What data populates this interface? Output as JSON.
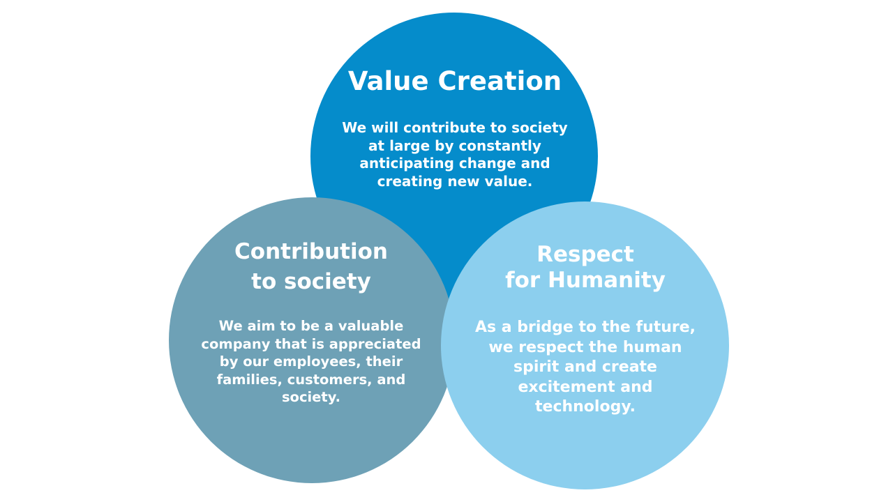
{
  "colors": {
    "value_creation": "#058ccb",
    "contribution_to_society": "#6ea1b6",
    "respect_for_humanity": "#8ccfee",
    "text": "#ffffff"
  },
  "circles": {
    "value_creation": {
      "title": "Value Creation",
      "body": "We will contribute to society\nat large by constantly\nanticipating change and\ncreating new value."
    },
    "contribution_to_society": {
      "title": "Contribution\nto society",
      "body": "We aim to be a valuable\ncompany that is appreciated\nby our employees, their\nfamilies, customers, and\nsociety."
    },
    "respect_for_humanity": {
      "title": "Respect\nfor Humanity",
      "body": "As a bridge to the future,\nwe respect the human\nspirit and create\nexcitement and\ntechnology."
    }
  }
}
